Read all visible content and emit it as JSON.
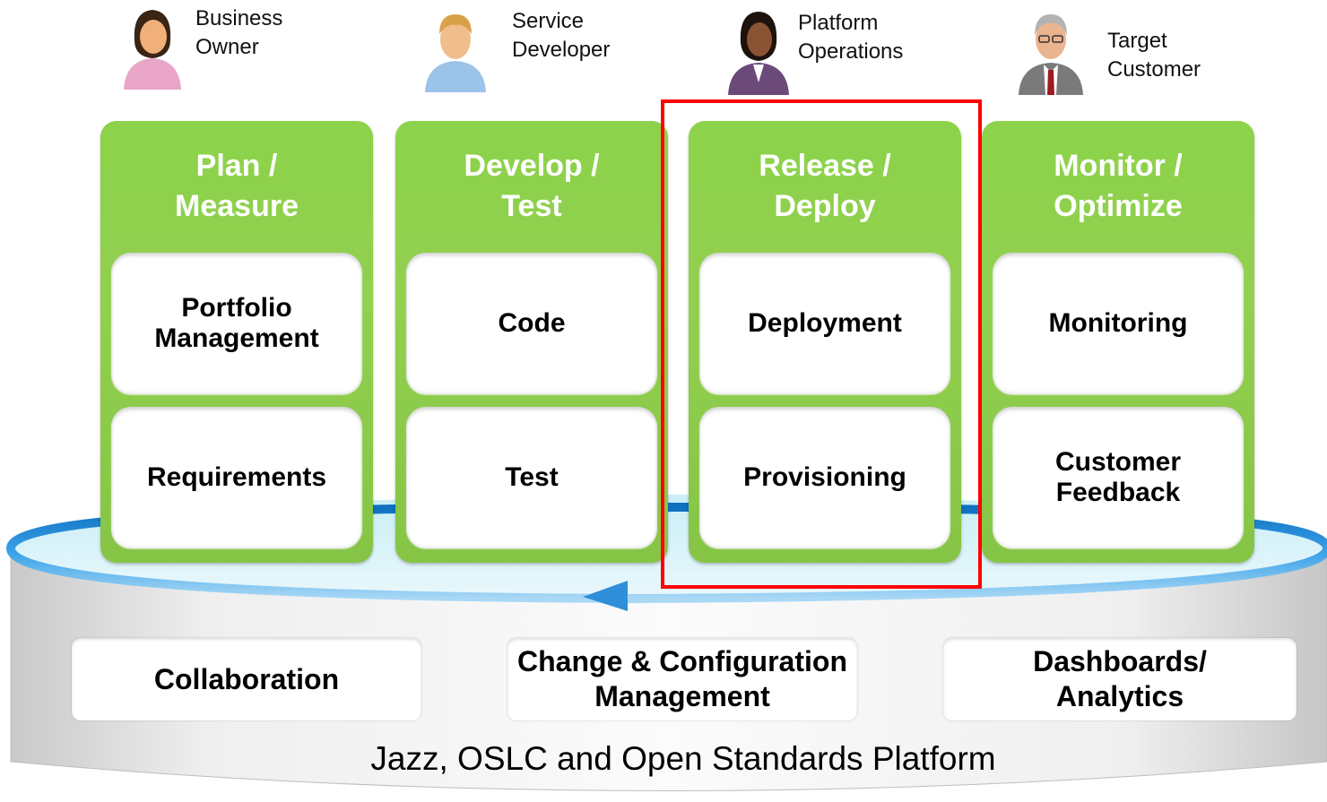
{
  "personas": [
    {
      "id": "business-owner",
      "lines": [
        "Business",
        "Owner"
      ],
      "icon": "businesswoman-pink-icon",
      "color": "#e9a6c8"
    },
    {
      "id": "service-developer",
      "lines": [
        "Service",
        "Developer"
      ],
      "icon": "developer-blue-shirt-icon",
      "color": "#9cc3e8"
    },
    {
      "id": "platform-operations",
      "lines": [
        "Platform",
        "Operations"
      ],
      "icon": "businesswoman-purple-icon",
      "color": "#6b4a7a"
    },
    {
      "id": "target-customer",
      "lines": [
        "Target",
        "Customer"
      ],
      "icon": "businessman-gray-suit-icon",
      "color": "#7a7a7a"
    }
  ],
  "columns": [
    {
      "id": "plan-measure",
      "title": [
        "Plan /",
        "Measure"
      ],
      "cards": [
        [
          "Portfolio",
          "Management"
        ],
        [
          "Requirements"
        ]
      ]
    },
    {
      "id": "develop-test",
      "title": [
        "Develop /",
        "Test"
      ],
      "cards": [
        [
          "Code"
        ],
        [
          "Test"
        ]
      ]
    },
    {
      "id": "release-deploy",
      "title": [
        "Release /",
        "Deploy"
      ],
      "cards": [
        [
          "Deployment"
        ],
        [
          "Provisioning"
        ]
      ]
    },
    {
      "id": "monitor-optimize",
      "title": [
        "Monitor /",
        "Optimize"
      ],
      "cards": [
        [
          "Monitoring"
        ],
        [
          "Customer",
          "Feedback"
        ]
      ]
    }
  ],
  "platform": {
    "boxes": [
      {
        "id": "collaboration",
        "lines": [
          "Collaboration"
        ]
      },
      {
        "id": "change-configuration",
        "lines": [
          "Change & Configuration",
          "Management"
        ]
      },
      {
        "id": "dashboards-analytics",
        "lines": [
          "Dashboards/",
          "Analytics"
        ]
      }
    ],
    "caption": "Jazz, OSLC and Open Standards Platform"
  },
  "colors": {
    "column_green": "#92d050",
    "highlight": "#ff0000",
    "cycle_arrow": "#2f8fd8",
    "platform_gray": "#d6d6d6"
  },
  "highlighted_column": "release-deploy"
}
